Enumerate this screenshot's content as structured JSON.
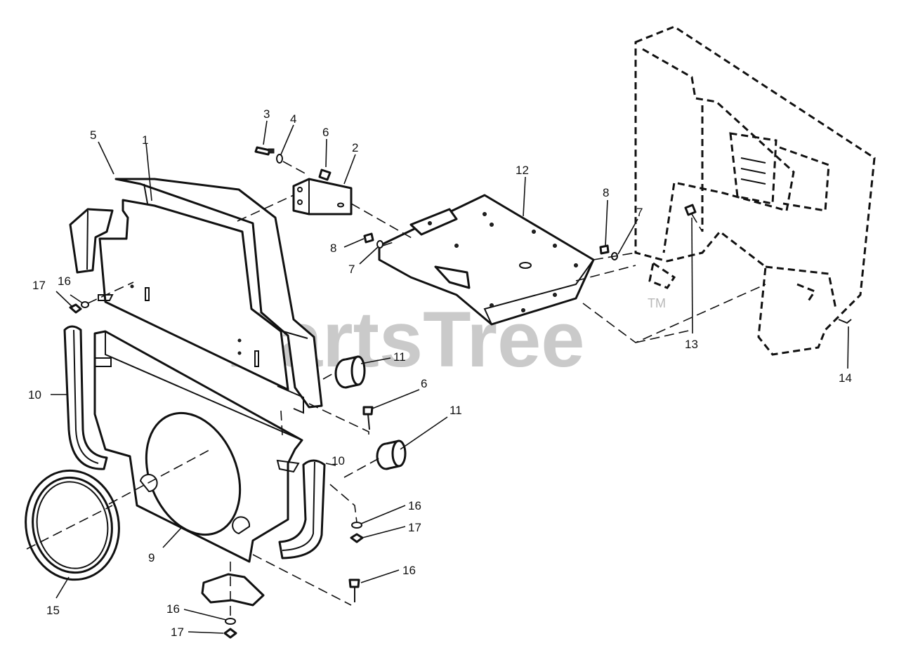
{
  "watermark": {
    "text": "PartsTree",
    "trademark": "TM"
  },
  "callouts": {
    "c1": "1",
    "c2": "2",
    "c3": "3",
    "c4": "4",
    "c5": "5",
    "c6a": "6",
    "c6b": "6",
    "c7a": "7",
    "c7b": "7",
    "c8a": "8",
    "c8b": "8",
    "c9": "9",
    "c10a": "10",
    "c10b": "10",
    "c11a": "11",
    "c11b": "11",
    "c12": "12",
    "c13": "13",
    "c14": "14",
    "c15": "15",
    "c16a": "16",
    "c16b": "16",
    "c16c": "16",
    "c16d": "16",
    "c17a": "17",
    "c17b": "17",
    "c17c": "17"
  },
  "colors": {
    "ink": "#111111",
    "watermark": "#b8b8b8",
    "background": "#ffffff"
  }
}
